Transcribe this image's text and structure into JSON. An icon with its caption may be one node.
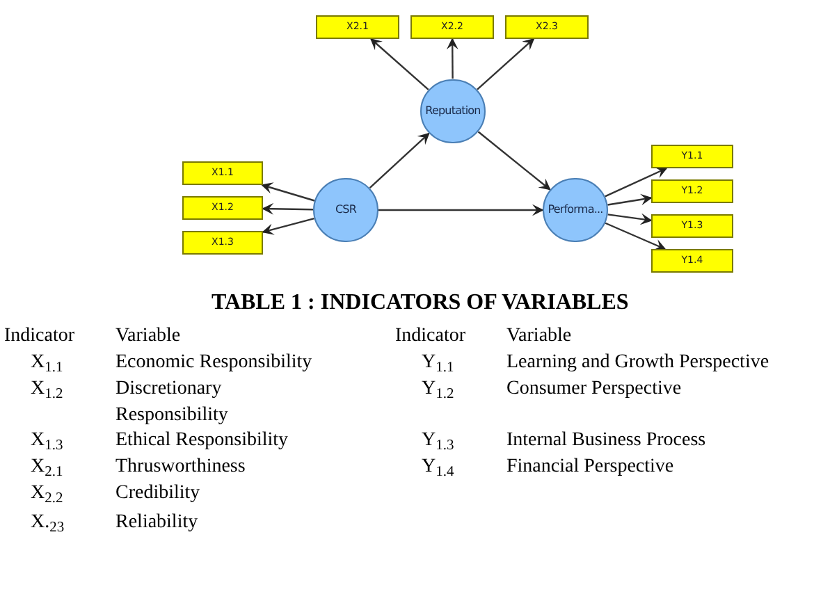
{
  "diagram": {
    "title": "TABLE 1 : INDICATORS OF VARIABLES",
    "nodes": [
      {
        "text": [
          "X2.1"
        ]
      },
      {
        "text": [
          "X2.2"
        ]
      },
      {
        "text": [
          "X2.3"
        ]
      },
      {
        "text": [
          "Reputation"
        ]
      },
      {
        "text": [
          "X1.1"
        ]
      },
      {
        "text": [
          "X1.2"
        ]
      },
      {
        "text": [
          "X1.3"
        ]
      },
      {
        "text": [
          "CSR"
        ]
      },
      {
        "text": [
          "Performa..."
        ]
      },
      {
        "text": [
          "Y1.1"
        ]
      },
      {
        "text": [
          "Y1.2"
        ]
      },
      {
        "text": [
          "Y1.3"
        ]
      },
      {
        "text": [
          "Y1.4"
        ]
      }
    ],
    "edges": [
      {
        "from": 3,
        "to": 0,
        "arrow": "to"
      },
      {
        "from": 3,
        "to": 1,
        "arrow": "to"
      },
      {
        "from": 3,
        "to": 2,
        "arrow": "to"
      },
      {
        "from": 7,
        "to": 3,
        "arrow": "to"
      },
      {
        "from": 3,
        "to": 8,
        "arrow": "to"
      },
      {
        "from": 7,
        "to": 4,
        "arrow": "to"
      },
      {
        "from": 7,
        "to": 5,
        "arrow": "to"
      },
      {
        "from": 7,
        "to": 6,
        "arrow": "to"
      },
      {
        "from": 7,
        "to": 8,
        "arrow": "to"
      },
      {
        "from": 8,
        "to": 9,
        "arrow": "to"
      },
      {
        "from": 8,
        "to": 10,
        "arrow": "to"
      },
      {
        "from": 8,
        "to": 11,
        "arrow": "to"
      },
      {
        "from": 8,
        "to": 12,
        "arrow": "to"
      }
    ],
    "labels": [
      "Indicator",
      "Variable",
      "Indicator",
      "Variable",
      "X$_{1.1}$",
      "Economic Responsibility",
      "Y$_{1.1}$",
      "Learning and Growth Perspective",
      "X$_{1.2}$",
      "Discretionary Responsibility",
      "Y$_{1.2}$",
      "Consumer Perspective",
      "X$_{1.3}$",
      "Ethical Responsibility",
      "Y$_{1.3}$",
      "Internal Business Process",
      "X$_{2.1}$",
      "Thrusworthiness",
      "Y$_{1.4}$",
      "Financial Perspective",
      "X$_{2.2}$",
      "Credibility",
      "X.$_{23}$",
      "Reliability"
    ]
  }
}
